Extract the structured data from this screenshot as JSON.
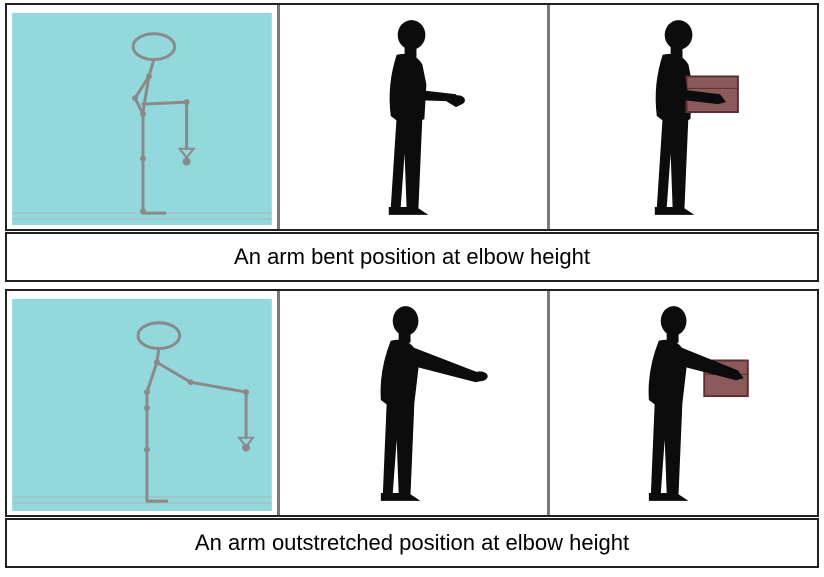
{
  "rows": [
    {
      "caption": "An arm bent position at elbow height",
      "posture": "bent"
    },
    {
      "caption": "An arm outstretched position at elbow height",
      "posture": "outstretched"
    }
  ],
  "colors": {
    "stick_bg": "#92d8dc",
    "stick_line": "#8a8a8a",
    "silhouette": "#0c0c0c",
    "box_fill": "#8c5a5a",
    "box_stroke": "#5a3030",
    "divider": "#7a7a7a"
  },
  "icons": [
    "stick-figure-icon",
    "person-silhouette-icon",
    "person-holding-box-icon"
  ]
}
